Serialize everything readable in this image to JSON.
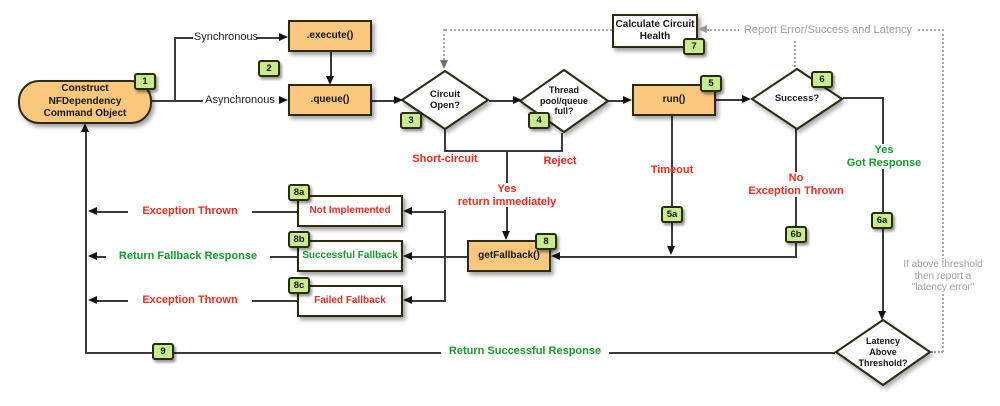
{
  "colors": {
    "node_orange": "#f9c87d",
    "badge_green": "#c6ec8d",
    "flow_red": "#f5291c",
    "flow_green": "#169b2d",
    "note_gray": "#9e9e9e",
    "line_dark": "#3b3b3b"
  },
  "nodes": {
    "construct": "Construct\nNFDependency\nCommand Object",
    "execute": ".execute()",
    "queue": ".queue()",
    "run": "run()",
    "calc_health": "Calculate Circuit\nHealth",
    "get_fallback": "getFallback()",
    "not_implemented": "Not Implemented",
    "successful_fallback": "Successful Fallback",
    "failed_fallback": "Failed Fallback",
    "circuit_open": "Circuit\nOpen?",
    "thread_pool": "Thread\npool/queue\nfull?",
    "success": "Success?",
    "latency": "Latency\nAbove\nThreshold?"
  },
  "badges": {
    "n1": "1",
    "n2": "2",
    "n3": "3",
    "n4": "4",
    "n5": "5",
    "n5a": "5a",
    "n6": "6",
    "n6a": "6a",
    "n6b": "6b",
    "n7": "7",
    "n8": "8",
    "n8a": "8a",
    "n8b": "8b",
    "n8c": "8c",
    "n9": "9"
  },
  "labels": {
    "synchronous": "Synchronous",
    "asynchronous": "Asynchronous",
    "short_circuit": "Short-circuit",
    "reject": "Reject",
    "yes_return_immediately": "Yes\nreturn immediately",
    "timeout": "Timeout",
    "no_exception_thrown": "No\nException Thrown",
    "yes_got_response": "Yes\nGot Response",
    "exception_thrown_top": "Exception Thrown",
    "return_fallback_response": "Return Fallback Response",
    "exception_thrown_bottom": "Exception Thrown",
    "return_successful_response": "Return Successful Response",
    "report_error": "Report Error/Success and Latency",
    "latency_note": "If above threshold\nthen report a\n\"latency error\""
  }
}
